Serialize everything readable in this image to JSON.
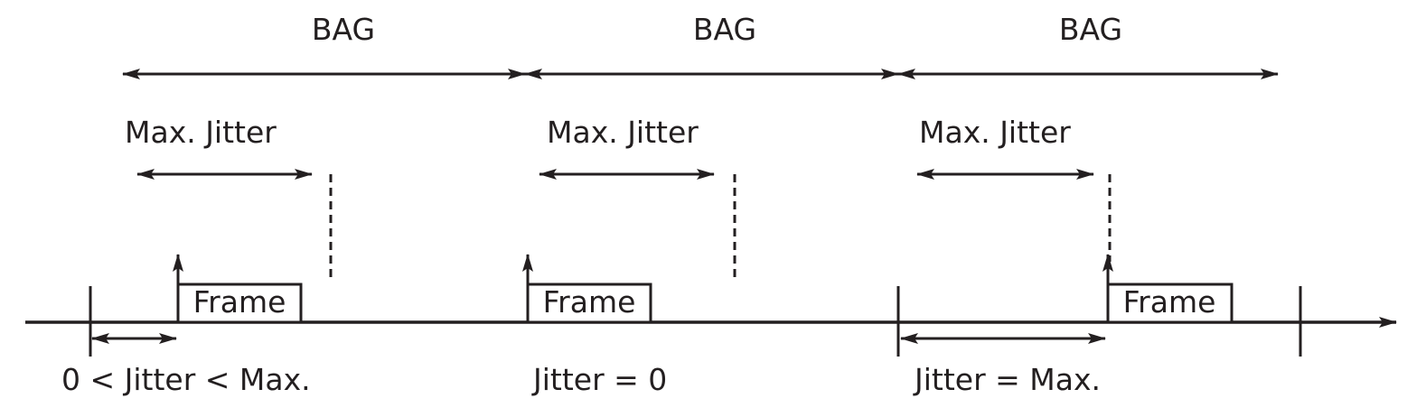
{
  "labels": {
    "bag_1": "BAG",
    "bag_2": "BAG",
    "bag_3": "BAG",
    "max_jitter_1": "Max. Jitter",
    "max_jitter_2": "Max. Jitter",
    "max_jitter_3": "Max. Jitter",
    "frame_1": "Frame",
    "frame_2": "Frame",
    "frame_3": "Frame",
    "case_1": "0 < Jitter < Max.",
    "case_2": "Jitter = 0",
    "case_3": "Jitter = Max."
  },
  "colors": {
    "ink": "#231f20",
    "background": "#ffffff"
  }
}
